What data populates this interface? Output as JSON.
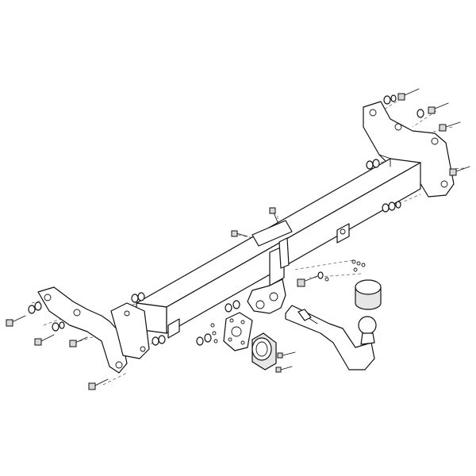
{
  "diagram": {
    "kind": "exploded-assembly",
    "components": [
      "crossbar",
      "left-mounting-bracket",
      "right-mounting-bracket",
      "tow-ball-arm",
      "ball-cover",
      "socket-plate",
      "electrical-socket",
      "mounting-bolts",
      "washers-and-nuts"
    ]
  }
}
